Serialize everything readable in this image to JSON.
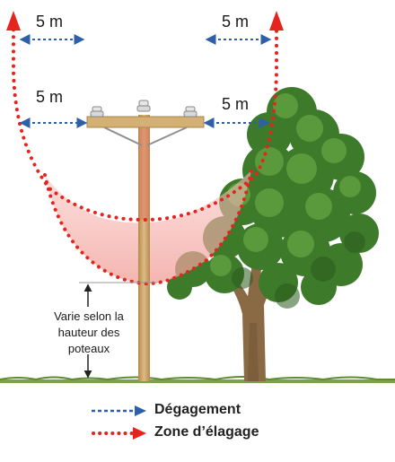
{
  "labels": {
    "top_left": "5 m",
    "top_right": "5 m",
    "mid_left": "5 m",
    "mid_right": "5 m",
    "height_note_1": "Varie selon la",
    "height_note_2": "hauteur des",
    "height_note_3": "poteaux"
  },
  "legend": {
    "clearance": "Dégagement",
    "pruning_zone": "Zone d’élagage"
  },
  "colors": {
    "clearance": "#2e5fa8",
    "pruning_zone": "#e52420",
    "zone_fill": "#f4b4b0",
    "pole": "#c9a46a",
    "foliage": "#3d7a2a",
    "trunk": "#8a6a45",
    "ground": "#7ea24b"
  }
}
